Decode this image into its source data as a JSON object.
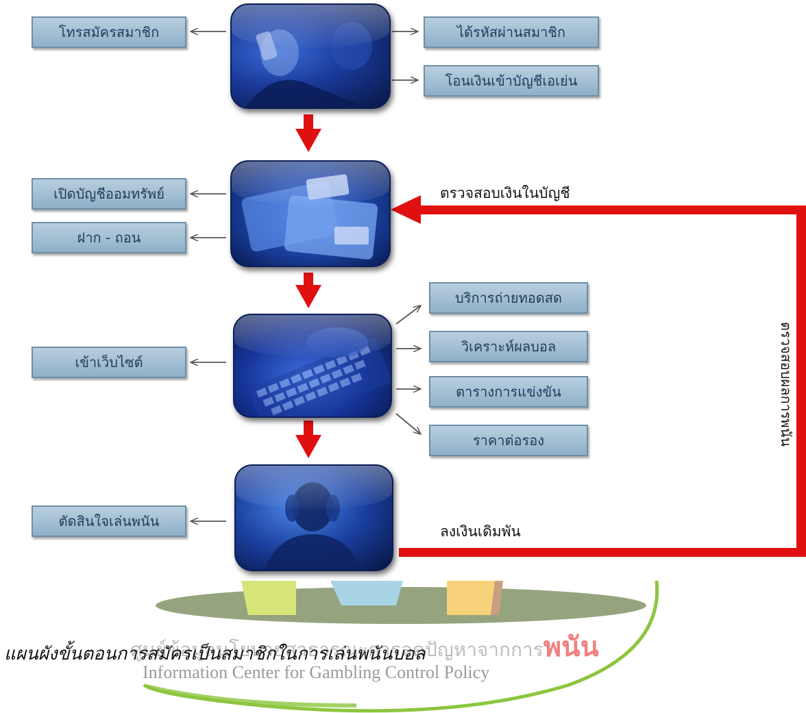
{
  "flow": {
    "step1": {
      "image_icon": "phone-call-icon",
      "left": [
        "โทรสมัครสมาชิก"
      ],
      "right": [
        "ได้รหัสผ่านสมาชิก",
        "โอนเงินเข้าบัญชีเอเย่น"
      ]
    },
    "step2": {
      "image_icon": "credit-card-icon",
      "left": [
        "เปิดบัญชีออมทรัพย์",
        "ฝาก - ถอน"
      ],
      "side_label": "ตรวจสอบเงินในบัญชี"
    },
    "step3": {
      "image_icon": "keyboard-icon",
      "left": [
        "เข้าเว็บไซต์"
      ],
      "right": [
        "บริการถ่ายทอดสด",
        "วิเคราะห์ผลบอล",
        "ตารางการแข่งขัน",
        "ราคาต่อรอง"
      ]
    },
    "step4": {
      "image_icon": "stressed-person-icon",
      "left": [
        "ตัดสินใจเล่นพนัน"
      ],
      "side_label": "ลงเงินเดิมพัน"
    },
    "loop_label": "ตรวจสอบผลการพนัน"
  },
  "caption": "แผนผังขั้นตอนการสมัครเป็นสมาชิกในการเล่นพนันบอล",
  "watermark": {
    "thai_text": "ศูนย์ข้อมูลนโยบายสาธารณะการลดปัญหาจากการ",
    "thai_highlight": "พนัน",
    "english_text": "Information Center for Gambling Control Policy"
  },
  "colors": {
    "box_fill": "#a7c1d6",
    "box_text": "#1f3c5a",
    "arrow_red": "#e01010",
    "tile_blue": "#1a3a9a",
    "watermark_green": "#8cc63f",
    "watermark_highlight": "#f08080"
  }
}
